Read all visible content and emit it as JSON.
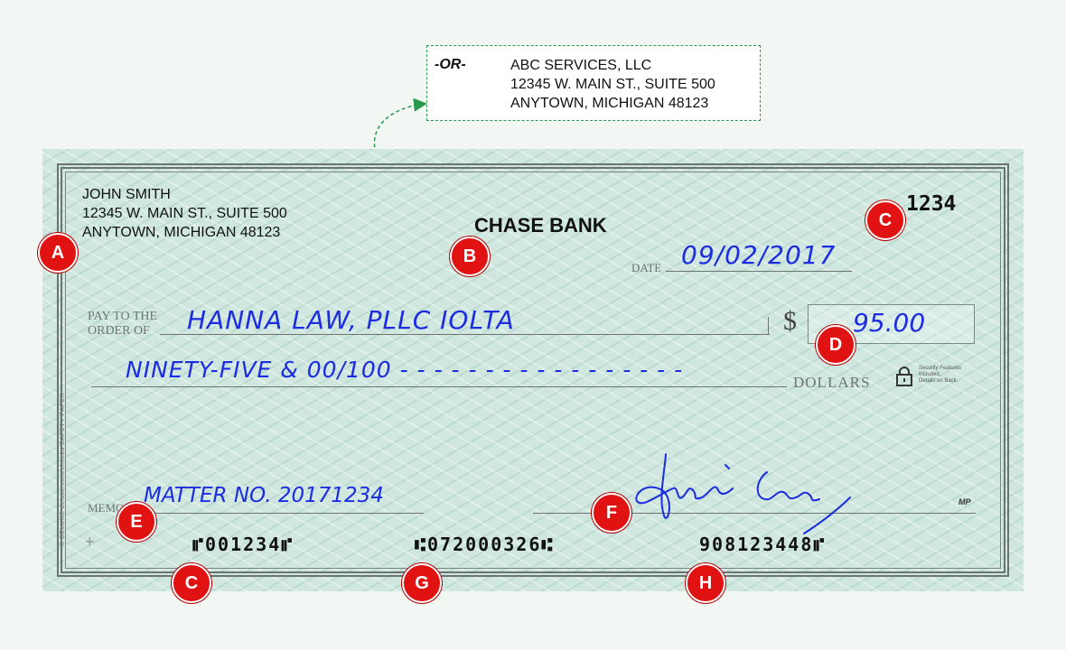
{
  "alternate_address": {
    "or_label": "-OR-",
    "lines": [
      "ABC SERVICES, LLC",
      "12345 W. MAIN ST., SUITE 500",
      "ANYTOWN, MICHIGAN 48123"
    ]
  },
  "check": {
    "payer_lines": [
      "JOHN SMITH",
      "12345 W. MAIN ST., SUITE 500",
      "ANYTOWN, MICHIGAN 48123"
    ],
    "bank_name": "CHASE BANK",
    "check_number": "1234",
    "date_label": "DATE",
    "date_value": "09/02/2017",
    "pay_to_label_1": "PAY TO THE",
    "pay_to_label_2": "ORDER OF",
    "payee": "HANNA LAW, PLLC IOLTA",
    "dollar_sign": "$",
    "amount": "95.00",
    "amount_words": "NINETY-FIVE & 00/100 - - - - - - - - - - - - - - - - -",
    "dollars_label": "DOLLARS",
    "security_lines": [
      "Security Features",
      "Included.",
      "Details on Back."
    ],
    "memo_label": "MEMO",
    "memo_value": "MATTER NO. 20171234",
    "mp_label": "MP",
    "side_text": "© DELUXE  deluxe.com/checks  SAFETY PAPER",
    "micr_check_number": "⑈001234⑈",
    "micr_routing": "⑆072000326⑆",
    "micr_account": "908123448⑈"
  },
  "markers": [
    "A",
    "B",
    "C",
    "D",
    "E",
    "F",
    "C",
    "G",
    "H"
  ],
  "colors": {
    "check_background": "#cfe7df",
    "handwriting": "#1c2ce0",
    "marker": "#e01212",
    "dashed_border": "#2a9a4a"
  }
}
